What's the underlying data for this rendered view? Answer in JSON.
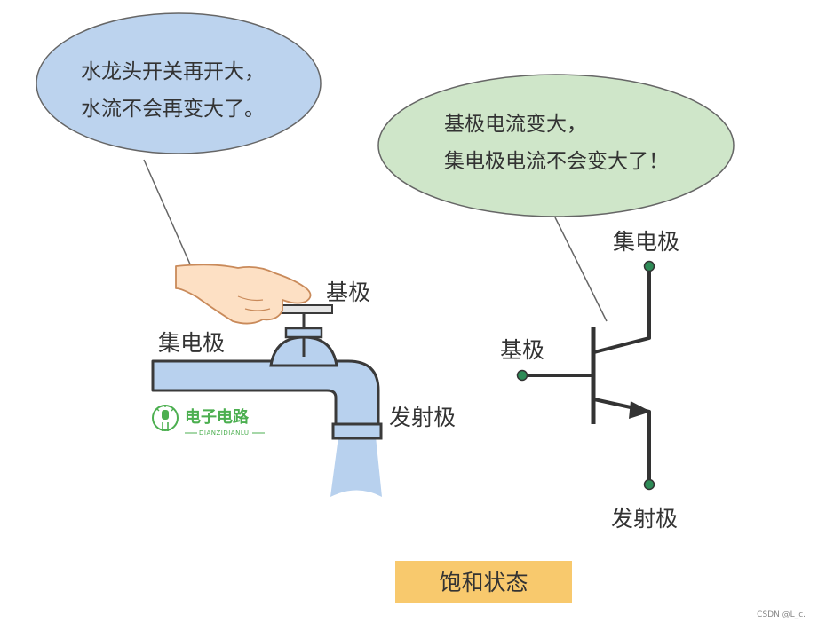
{
  "bubbles": {
    "left": {
      "line1": "水龙头开关再开大，",
      "line2": "水流不会再变大了。",
      "fill": "#bcd3ee",
      "stroke": "#666666"
    },
    "right": {
      "line1": "基极电流变大，",
      "line2": "集电极电流不会变大了！",
      "fill": "#cfe6c9",
      "stroke": "#666666"
    }
  },
  "faucet": {
    "base_label": "基极",
    "collector_label": "集电极",
    "emitter_label": "发射极",
    "pipe_color": "#b8d1ee",
    "pipe_stroke": "#3a3a3a",
    "hand_color": "#fde0c4",
    "hand_stroke": "#c98a5a"
  },
  "logo": {
    "name_cn": "电子电路",
    "name_en": "DIANZIDIANLU",
    "icon": "lightbulb-icon",
    "color": "#4caf50"
  },
  "transistor": {
    "collector_label": "集电极",
    "base_label": "基极",
    "emitter_label": "发射极",
    "terminal_color": "#2e8b57",
    "line_color": "#333333"
  },
  "status": {
    "label": "饱和状态",
    "color": "#f8c96d"
  },
  "watermark": "CSDN @L_c."
}
